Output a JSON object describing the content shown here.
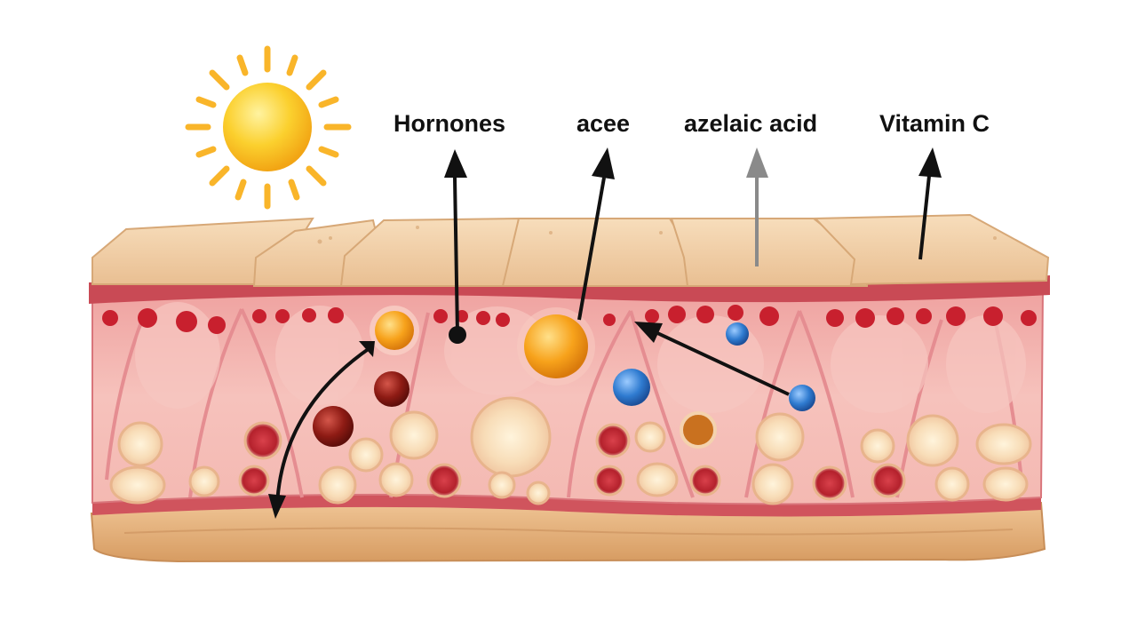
{
  "labels": {
    "hormones": "Hornones",
    "acee": "acee",
    "azelaic_acid": "azelaic acid",
    "vitamin_c": "Vitamin C"
  },
  "icons": {
    "sun": "sun-icon"
  },
  "colors": {
    "sun": "#FBC02D",
    "sun_rays": "#F9B52A",
    "stratum_corneum": "#EFC9A0",
    "epidermis": "#F3B5B0",
    "basement_membrane": "#C94A55",
    "capillary_dot": "#C8202E",
    "subcutaneous": "#E2B07C",
    "orange_particle": "#F7A21B",
    "blue_particle": "#2F7BD0",
    "dark_red_particle": "#8E1B14",
    "arrow": "#111111",
    "grey_arrow": "#8A8A8A"
  }
}
